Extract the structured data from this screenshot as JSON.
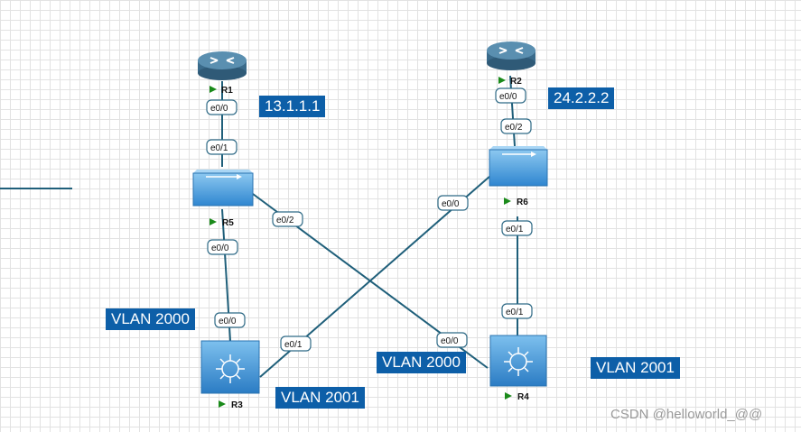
{
  "nodes": {
    "r1": {
      "label": "R1"
    },
    "r2": {
      "label": "R2"
    },
    "r3": {
      "label": "R3"
    },
    "r4": {
      "label": "R4"
    },
    "r5": {
      "label": "R5"
    },
    "r6": {
      "label": "R6"
    }
  },
  "ports": {
    "r1_e00": "e0/0",
    "r5_e01": "e0/1",
    "r5_e02": "e0/2",
    "r5_e00": "e0/0",
    "r3_e00": "e0/0",
    "r3_e01": "e0/1",
    "r2_e00": "e0/0",
    "r6_e02": "e0/2",
    "r6_e00": "e0/0",
    "r6_e01": "e0/1",
    "r4_e01": "e0/1",
    "r4_e00": "e0/0"
  },
  "tags": {
    "r1_ip": "13.1.1.1",
    "r2_ip": "24.2.2.2",
    "vlan_r3_left": "VLAN 2000",
    "vlan_r3_bottom": "VLAN 2001",
    "vlan_r4_left": "VLAN 2000",
    "vlan_r4_right": "VLAN 2001"
  },
  "watermark": "CSDN @helloworld_@@",
  "colors": {
    "tag_bg": "#0d5fa8",
    "router_fill": "#3d6e8f",
    "switch_fill": "#4b9fe0",
    "link": "#1f5f7a",
    "status_arrow": "#1a8a1a"
  },
  "icons": {
    "router": "router-icon",
    "l2_switch": "switch-icon",
    "l3_switch": "multilayer-switch-icon"
  }
}
